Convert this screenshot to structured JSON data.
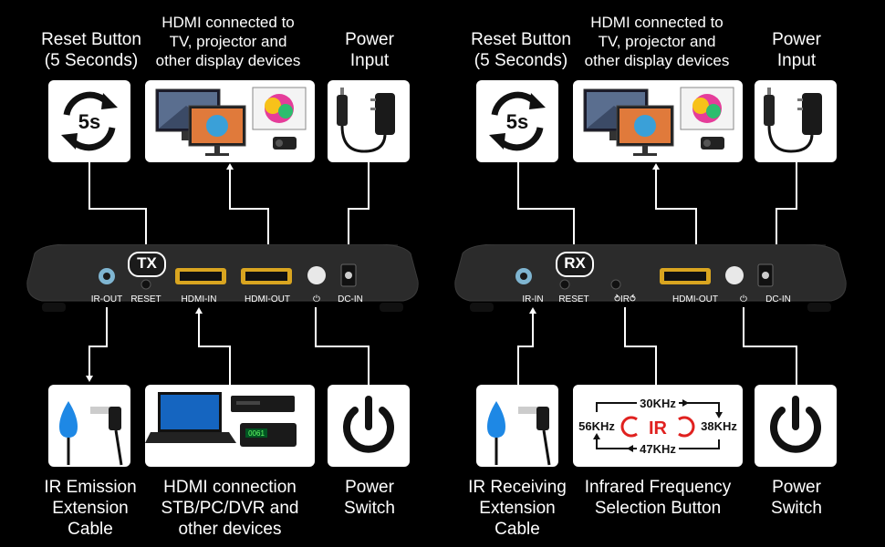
{
  "tx": {
    "top_labels": {
      "reset": [
        "Reset Button",
        "(5 Seconds)"
      ],
      "hdmi_out": [
        "HDMI connected to",
        "TV, projector and",
        "other display devices"
      ],
      "power": [
        "Power",
        "Input"
      ]
    },
    "badge": "TX",
    "ports": [
      "IR-OUT",
      "RESET",
      "HDMI-IN",
      "HDMI-OUT",
      "⏻",
      "DC-IN"
    ],
    "bottom_labels": {
      "ir": [
        "IR Emission",
        "Extension",
        "Cable"
      ],
      "hdmi_in": [
        "HDMI connection",
        "STB/PC/DVR and",
        "other devices"
      ],
      "power": [
        "Power",
        "Switch"
      ]
    },
    "dvr_display": "0061"
  },
  "rx": {
    "top_labels": {
      "reset": [
        "Reset Button",
        "(5 Seconds)"
      ],
      "hdmi_out": [
        "HDMI connected to",
        "TV, projector and",
        "other display devices"
      ],
      "power": [
        "Power",
        "Input"
      ]
    },
    "badge": "RX",
    "ports": [
      "IR-IN",
      "RESET",
      "⥁IR⥀",
      "HDMI-OUT",
      "⏻",
      "DC-IN"
    ],
    "bottom_labels": {
      "ir": [
        "IR Receiving",
        "Extension",
        "Cable"
      ],
      "ir_freq": [
        "Infrared Frequency",
        "Selection Button"
      ],
      "power": [
        "Power",
        "Switch"
      ]
    },
    "freq": {
      "top": "30KHz",
      "left": "56KHz",
      "right": "38KHz",
      "bottom": "47KHz",
      "center": "IR"
    }
  },
  "reset_icon_text": "5s",
  "colors": {
    "accent_red": "#e0211f",
    "ir_blue": "#1e88e5",
    "hdmi_gold": "#d9a520"
  }
}
